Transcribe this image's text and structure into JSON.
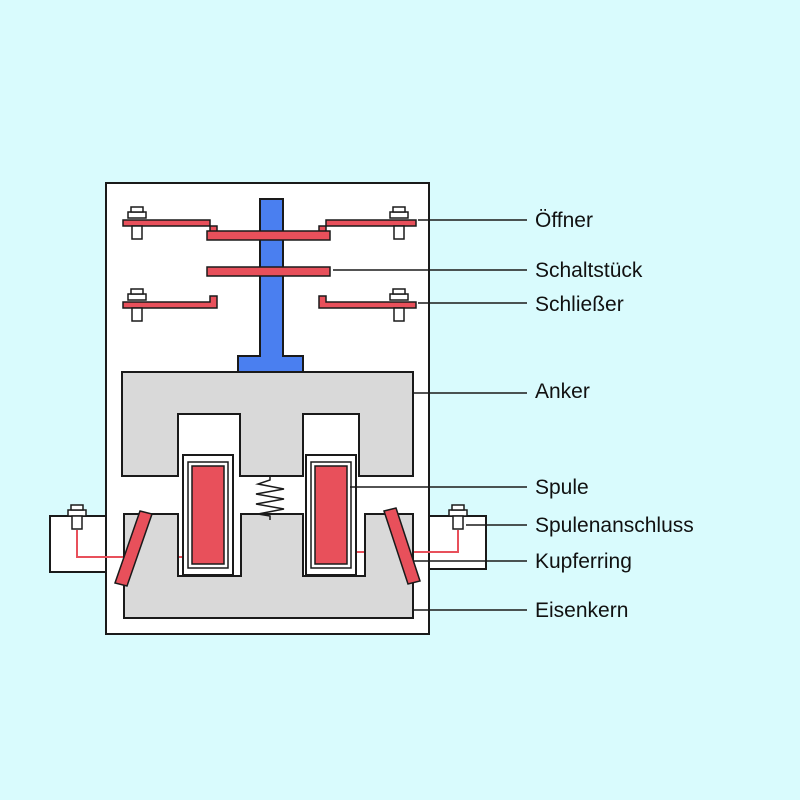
{
  "labels": {
    "oeffner": "Öffner",
    "schaltstueck": "Schaltstück",
    "schliesser": "Schließer",
    "anker": "Anker",
    "spule": "Spule",
    "spulenanschluss": "Spulenanschluss",
    "kupferring": "Kupferring",
    "eisenkern": "Eisenkern"
  },
  "colors": {
    "background": "#d9fbfd",
    "housing": "#ffffff",
    "iron": "#d9d9d9",
    "contact": "#e8505b",
    "plunger": "#4a7ff0",
    "outline": "#1a1a1a"
  }
}
